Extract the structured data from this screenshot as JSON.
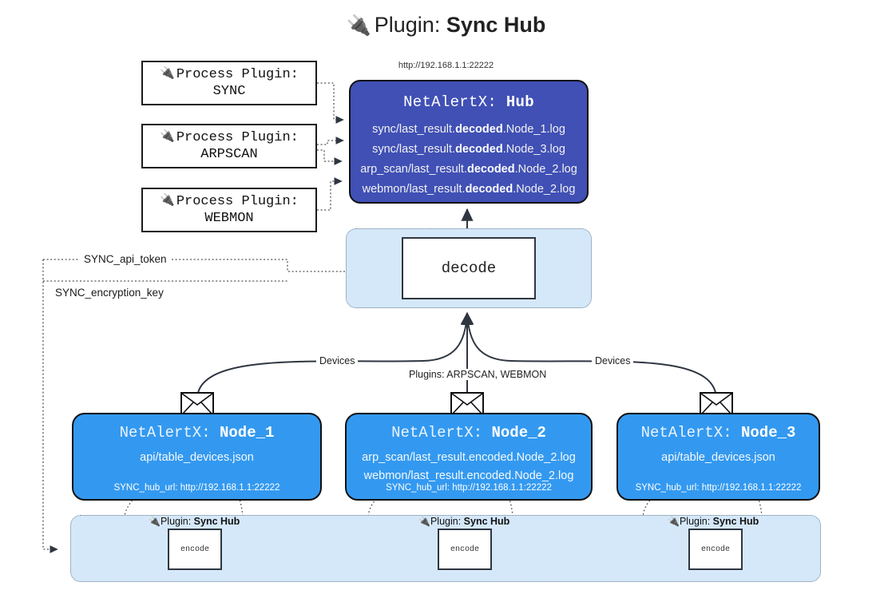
{
  "header": {
    "plug_icon": "plug-icon",
    "prefix": "Plugin: ",
    "name": "Sync Hub",
    "hub_url": "http://192.168.1.1:22222"
  },
  "process_plugins": [
    {
      "caption": "Process Plugin:",
      "name": "SYNC"
    },
    {
      "caption": "Process Plugin:",
      "name": "ARPSCAN"
    },
    {
      "caption": "Process Plugin:",
      "name": "WEBMON"
    }
  ],
  "hub": {
    "prefix": "NetAlertX: ",
    "name": "Hub",
    "logs": [
      {
        "pre": "sync/last_result.",
        "em": "decoded",
        "post": ".Node_1.log"
      },
      {
        "pre": "sync/last_result.",
        "em": "decoded",
        "post": ".Node_3.log"
      },
      {
        "pre": "arp_scan/last_result.",
        "em": "decoded",
        "post": ".Node_2.log"
      },
      {
        "pre": "webmon/last_result.",
        "em": "decoded",
        "post": ".Node_2.log"
      }
    ]
  },
  "decode": {
    "label": "decode"
  },
  "secrets": [
    {
      "label": "SYNC_api_token"
    },
    {
      "label": "SYNC_encryption_key"
    }
  ],
  "edge_captions": {
    "devices_left": "Devices",
    "devices_right": "Devices",
    "plugins_center": "Plugins: ARPSCAN, WEBMON"
  },
  "nodes": [
    {
      "prefix": "NetAlertX: ",
      "name": "Node_1",
      "lines": [
        "api/table_devices.json"
      ],
      "url_key": "SYNC_hub_url: ",
      "url": "http://192.168.1.1:22222",
      "envelope": "envelope-icon"
    },
    {
      "prefix": "NetAlertX: ",
      "name": "Node_2",
      "lines": [
        "arp_scan/last_result.encoded.Node_2.log",
        "webmon/last_result.encoded.Node_2.log"
      ],
      "url_key": "SYNC_hub_url: ",
      "url": "http://192.168.1.1:22222",
      "envelope": "envelope-icon"
    },
    {
      "prefix": "NetAlertX: ",
      "name": "Node_3",
      "lines": [
        "api/table_devices.json"
      ],
      "url_key": "SYNC_hub_url: ",
      "url": "http://192.168.1.1:22222",
      "envelope": "envelope-icon"
    }
  ],
  "bottom_plugins": [
    {
      "prefix": "Plugin: ",
      "name": "Sync Hub",
      "box": "encode"
    },
    {
      "prefix": "Plugin: ",
      "name": "Sync Hub",
      "box": "encode"
    },
    {
      "prefix": "Plugin: ",
      "name": "Sync Hub",
      "box": "encode"
    }
  ],
  "colors": {
    "hub_fill": "#4050b5",
    "node_fill": "#3399f0",
    "band_fill": "#d5e8fa",
    "stroke": "#111111"
  }
}
